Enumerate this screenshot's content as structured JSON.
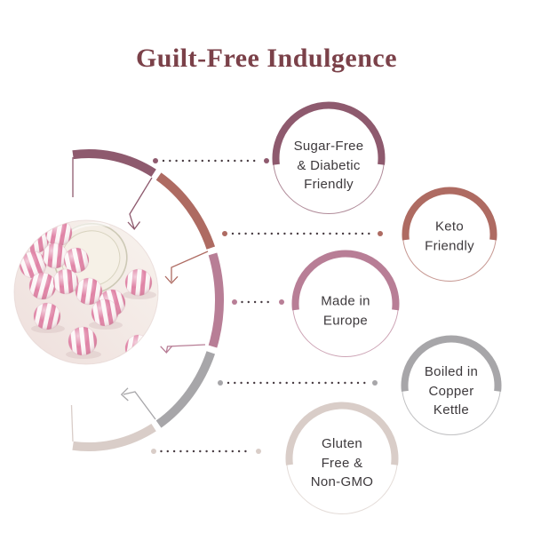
{
  "title": "Guilt-Free Indulgence",
  "palette": {
    "background": "#ffffff",
    "title": "#7b4149",
    "badge_text": "#3d393c",
    "connector_dots": "#473b41",
    "candy_stripe": "#e083a6",
    "candy_base": "#fcf7f7"
  },
  "badges": [
    {
      "id": "sugar-free",
      "label_lines": [
        "Sugar-Free",
        "& Diabetic",
        "Friendly"
      ],
      "accent": "#8e5a6e"
    },
    {
      "id": "keto",
      "label_lines": [
        "Keto",
        "Friendly"
      ],
      "accent": "#ae6b62"
    },
    {
      "id": "made-in-europe",
      "label_lines": [
        "Made in",
        "Europe"
      ],
      "accent": "#b87e96"
    },
    {
      "id": "copper-kettle",
      "label_lines": [
        "Boiled in",
        "Copper",
        "Kettle"
      ],
      "accent": "#a7a6a9"
    },
    {
      "id": "gluten-free",
      "label_lines": [
        "Gluten",
        "Free &",
        "Non-GMO"
      ],
      "accent": "#d9cdc8"
    }
  ]
}
